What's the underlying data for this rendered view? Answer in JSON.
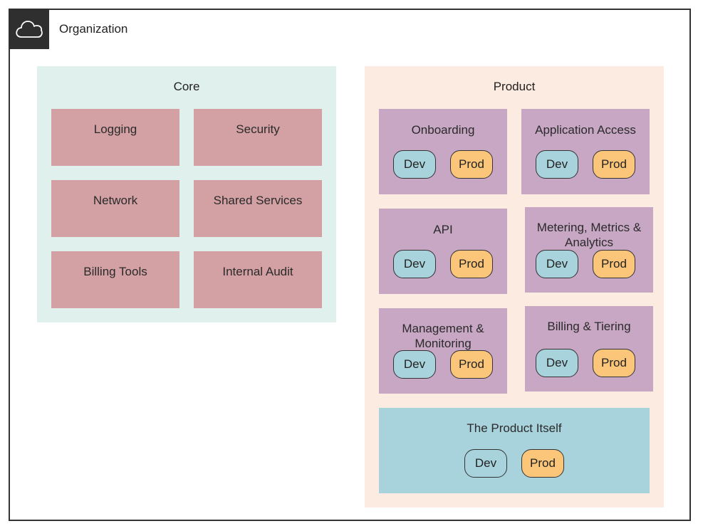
{
  "organization": {
    "title": "Organization",
    "icon": "cloud-icon"
  },
  "core": {
    "title": "Core",
    "items": [
      "Logging",
      "Security",
      "Network",
      "Shared Services",
      "Billing Tools",
      "Internal Audit"
    ]
  },
  "product": {
    "title": "Product",
    "accounts": [
      {
        "name": "Onboarding",
        "dev": "Dev",
        "prod": "Prod"
      },
      {
        "name": "Application Access",
        "dev": "Dev",
        "prod": "Prod"
      },
      {
        "name": "API",
        "dev": "Dev",
        "prod": "Prod"
      },
      {
        "name": "Metering, Metrics & Analytics",
        "dev": "Dev",
        "prod": "Prod"
      },
      {
        "name": "Management & Monitoring",
        "dev": "Dev",
        "prod": "Prod"
      },
      {
        "name": "Billing & Tiering",
        "dev": "Dev",
        "prod": "Prod"
      }
    ],
    "itself": {
      "name": "The Product Itself",
      "dev": "Dev",
      "prod": "Prod"
    }
  },
  "colors": {
    "core_bg": "#e0f0ec",
    "product_bg": "#fcebe0",
    "core_box": "#d3a1a4",
    "account_box": "#c8a7c4",
    "dev_env": "#a9d3dc",
    "prod_env": "#fbc679",
    "icon_bg": "#2f2f2f"
  }
}
